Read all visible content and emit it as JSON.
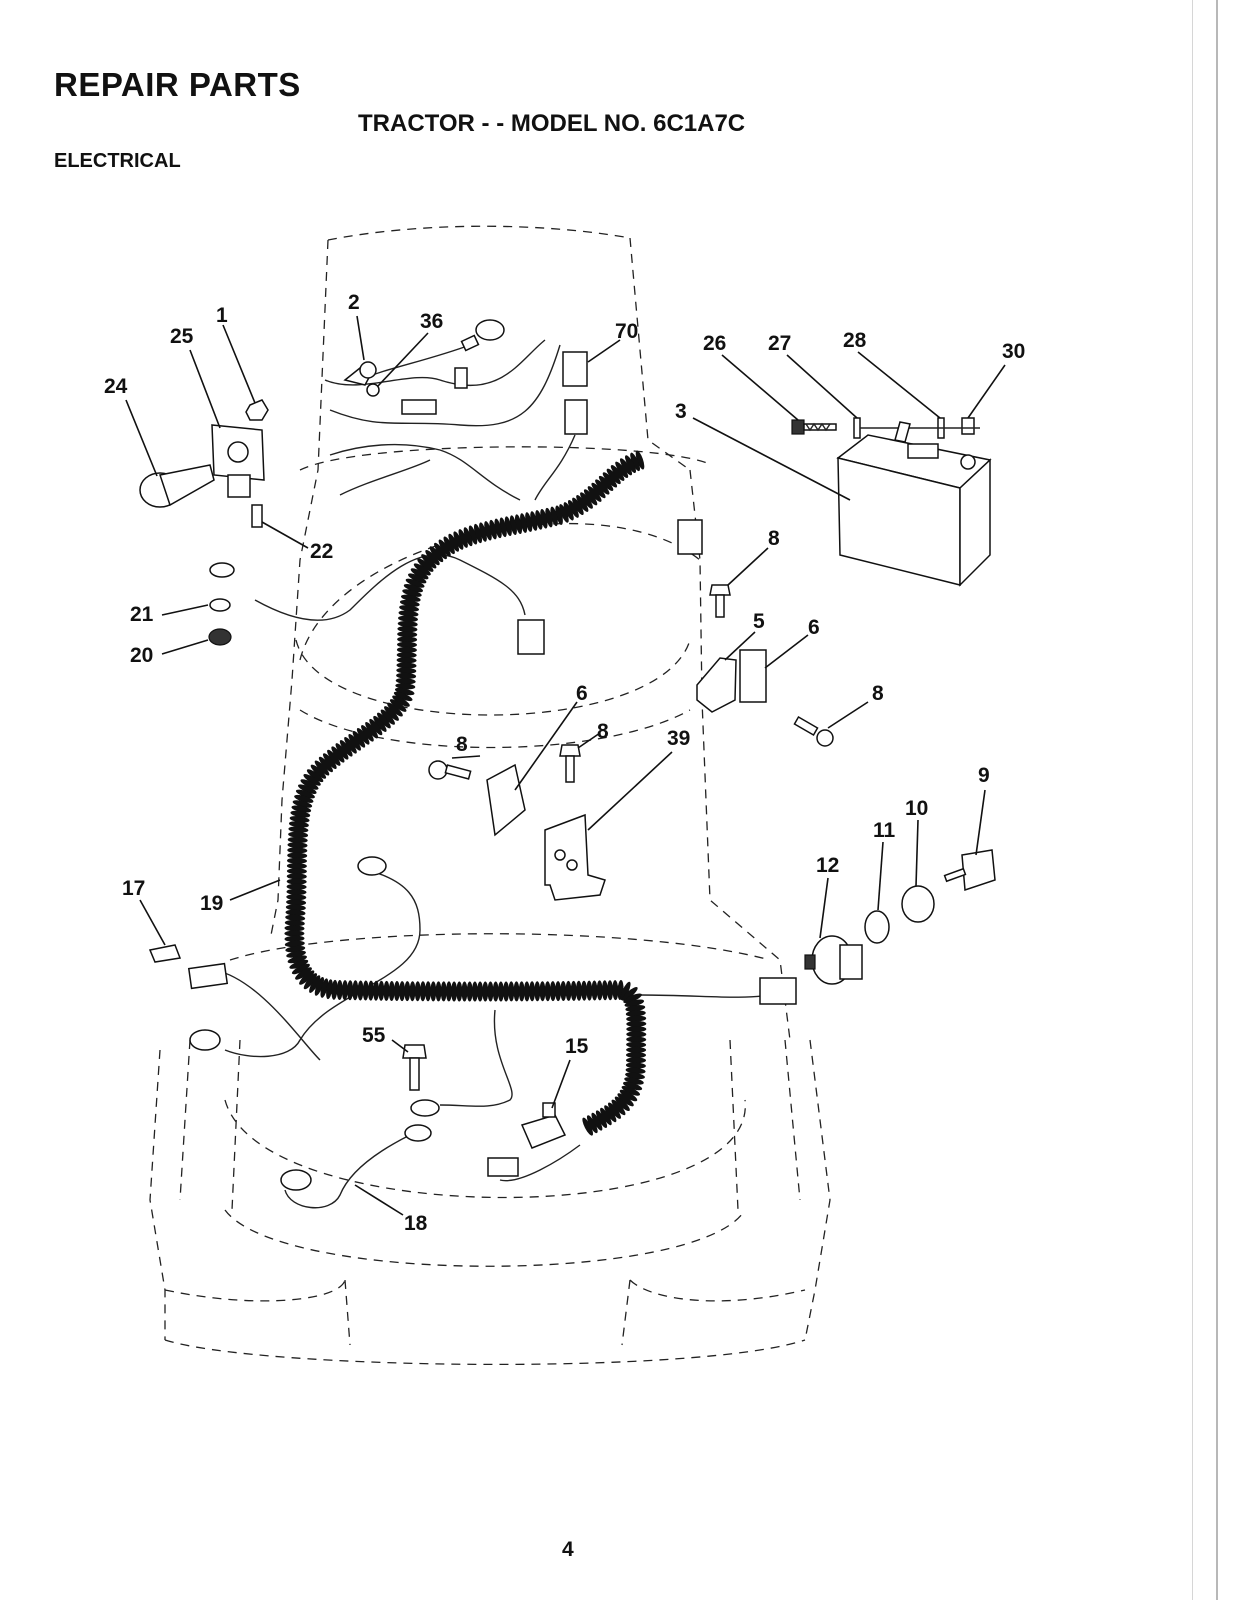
{
  "header": {
    "title": "REPAIR PARTS",
    "subtitle": "TRACTOR - - MODEL NO. 6C1A7C",
    "section": "ELECTRICAL"
  },
  "callouts": {
    "c1": "1",
    "c2": "2",
    "c36": "36",
    "c70": "70",
    "c25": "25",
    "c24": "24",
    "c26": "26",
    "c27": "27",
    "c28": "28",
    "c30": "30",
    "c3": "3",
    "c22": "22",
    "c8a": "8",
    "c5": "5",
    "c6a": "6",
    "c21": "21",
    "c20": "20",
    "c8b": "8",
    "c6b": "6",
    "c8c": "8",
    "c8d": "8",
    "c39": "39",
    "c9": "9",
    "c10": "10",
    "c11": "11",
    "c12": "12",
    "c17": "17",
    "c19": "19",
    "c55": "55",
    "c15": "15",
    "c18": "18"
  },
  "footer": {
    "page_number": "4"
  }
}
